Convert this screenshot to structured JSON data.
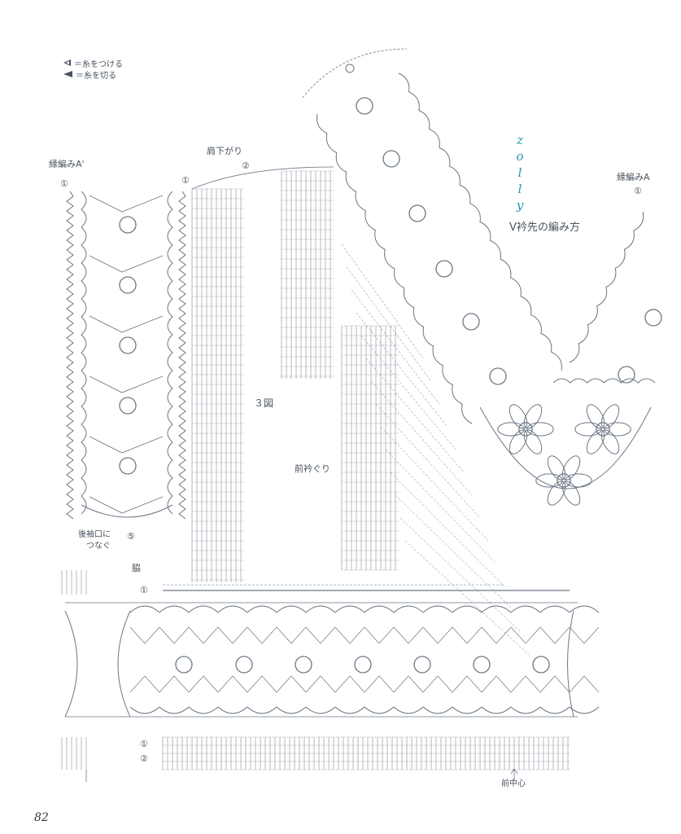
{
  "legend": {
    "attach": "＝糸をつける",
    "cut": "＝糸を切る"
  },
  "labels": {
    "edging_a_prime": "縁編みA'",
    "edging_a": "縁編みA",
    "shoulder_shaping": "肩下がり",
    "figure_3": "３図",
    "front_neckline": "前衿ぐり",
    "v_tip_title": "V衿先の編み方",
    "join_back_cuff_1": "後袖口に",
    "join_back_cuff_2": "つなぐ",
    "side": "脇",
    "front_center": "前中心",
    "page_number": "82",
    "watermark_letters": [
      "z",
      "o",
      "l",
      "l",
      "y"
    ]
  },
  "markers": {
    "one": "①",
    "two": "②",
    "five": "⑤"
  },
  "colors": {
    "line": "#6b7684",
    "text": "#4a5360",
    "watermark": "#1f9aa8"
  }
}
